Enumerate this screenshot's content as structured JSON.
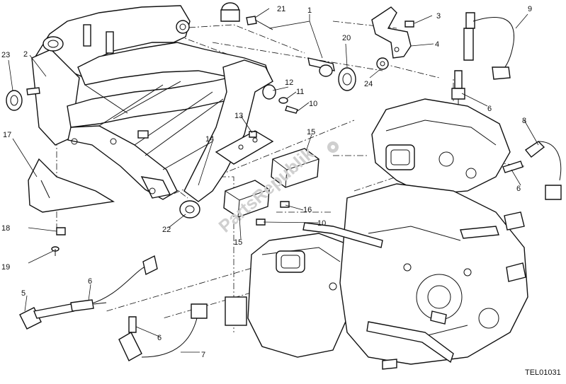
{
  "drawing_code": "TEL01031",
  "watermark": "PartsRepublik",
  "callouts": {
    "c1": "1",
    "c2": "2",
    "c3": "3",
    "c4": "4",
    "c5": "5",
    "c6a": "6",
    "c6b": "6",
    "c6c": "6",
    "c6d": "6",
    "c7": "7",
    "c8": "8",
    "c9": "9",
    "c10a": "10",
    "c10b": "10",
    "c11": "11",
    "c12": "12",
    "c13": "13",
    "c14": "14",
    "c15a": "15",
    "c15b": "15",
    "c16": "16",
    "c17": "17",
    "c18": "18",
    "c19": "19",
    "c20": "20",
    "c21": "21",
    "c22": "22",
    "c23": "23",
    "c24": "24"
  }
}
